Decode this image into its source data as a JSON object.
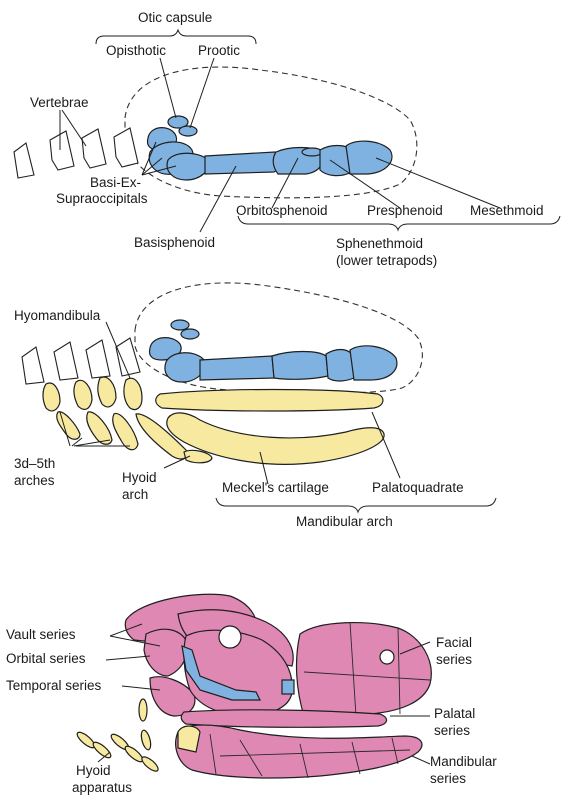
{
  "colors": {
    "cartilage_blue": "#7fb2e0",
    "arch_yellow": "#f7eaa0",
    "dermal_pink": "#df88b4",
    "outline": "#1f1f1f",
    "background": "#ffffff"
  },
  "panel_top": {
    "otic_capsule": "Otic capsule",
    "opisthotic": "Opisthotic",
    "prootic": "Prootic",
    "vertebrae": "Vertebrae",
    "basi_ex_line1": "Basi-Ex-",
    "basi_ex_line2": "Supraoccipitals",
    "basisphenoid": "Basisphenoid",
    "orbitosphenoid": "Orbitosphenoid",
    "presphenoid": "Presphenoid",
    "mesethmoid": "Mesethmoid",
    "sphenethmoid_line1": "Sphenethmoid",
    "sphenethmoid_line2": "(lower tetrapods)"
  },
  "panel_middle": {
    "hyomandibula": "Hyomandibula",
    "arches_line1": "3d–5th",
    "arches_line2": "arches",
    "hyoid_line1": "Hyoid",
    "hyoid_line2": "arch",
    "meckels": "Meckel's cartilage",
    "palatoquadrate": "Palatoquadrate",
    "mandibular_arch": "Mandibular arch"
  },
  "panel_bottom": {
    "vault": "Vault series",
    "orbital": "Orbital series",
    "temporal": "Temporal series",
    "facial_line1": "Facial",
    "facial_line2": "series",
    "palatal_line1": "Palatal",
    "palatal_line2": "series",
    "mandibular_line1": "Mandibular",
    "mandibular_line2": "series",
    "hyoid_line1": "Hyoid",
    "hyoid_line2": "apparatus"
  }
}
